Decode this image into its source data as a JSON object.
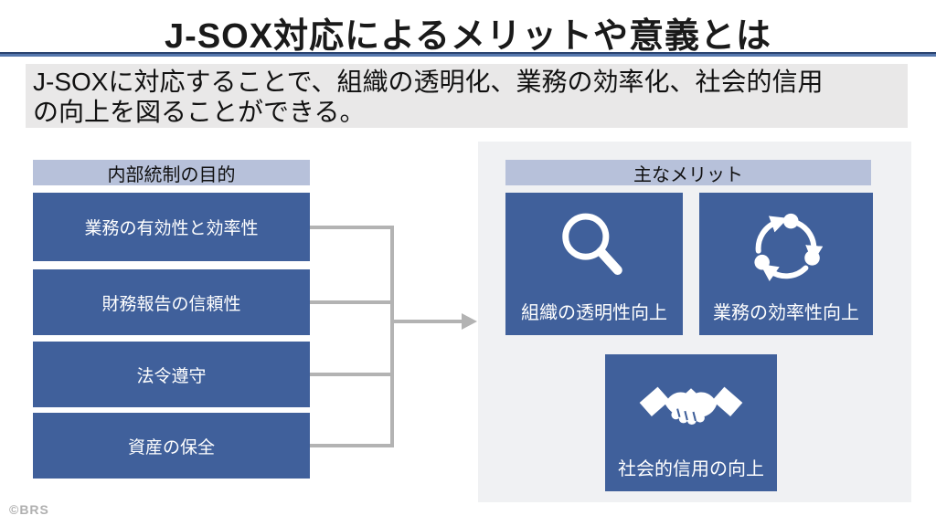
{
  "slide": {
    "title": "J-SOX対応によるメリットや意義とは",
    "subtitle_lines": [
      "J-SOXに対応することで、組織の透明化、業務の効率化、社会的信用",
      "の向上を図ることができる。"
    ],
    "footer": "©BRS"
  },
  "left_panel": {
    "header": "内部統制の目的",
    "items": [
      "業務の有効性と効率性",
      "財務報告の信頼性",
      "法令遵守",
      "資産の保全"
    ]
  },
  "right_panel": {
    "header": "主なメリット",
    "merits": [
      {
        "icon": "magnifier-icon",
        "label": "組織の透明性向上"
      },
      {
        "icon": "cycle-icon",
        "label": "業務の効率性向上"
      },
      {
        "icon": "handshake-icon",
        "label": "社会的信用の向上"
      }
    ]
  },
  "colors": {
    "box_blue": "#40609b",
    "header_blue": "#b7c1da",
    "panel_bg": "#f0f1f3",
    "lede_bg": "#e9e8e8",
    "line_gray": "#b3b3b3",
    "divider_blue": "#5577ad",
    "divider_dark": "#2a4370",
    "footer_gray": "#b0b0b0"
  }
}
